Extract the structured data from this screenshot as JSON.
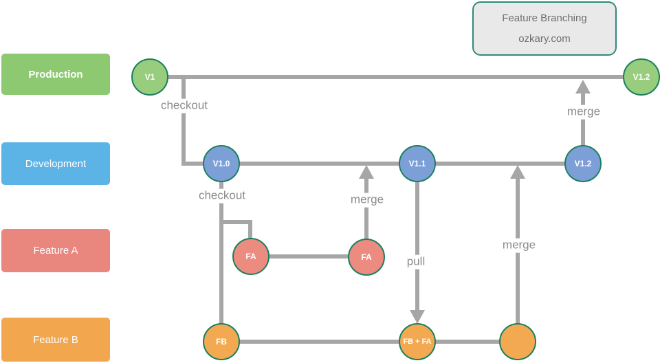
{
  "title_box": {
    "title": "Feature Branching",
    "subtitle": "ozkary.com"
  },
  "lanes": {
    "production": {
      "label": "Production",
      "color": "#8CC971"
    },
    "development": {
      "label": "Development",
      "color": "#5CB3E6"
    },
    "feature_a": {
      "label": "Feature A",
      "color": "#E9867D"
    },
    "feature_b": {
      "label": "Feature B",
      "color": "#F2A64E"
    }
  },
  "nodes": {
    "prod_v1": {
      "label": "V1",
      "branch": "production"
    },
    "prod_v12": {
      "label": "V1.2",
      "branch": "production"
    },
    "dev_v10": {
      "label": "V1.0",
      "branch": "development"
    },
    "dev_v11": {
      "label": "V1.1",
      "branch": "development"
    },
    "dev_v12": {
      "label": "V1.2",
      "branch": "development"
    },
    "fa_first": {
      "label": "FA",
      "branch": "feature_a"
    },
    "fa_last": {
      "label": "FA",
      "branch": "feature_a"
    },
    "fb_first": {
      "label": "FB",
      "branch": "feature_b"
    },
    "fb_merge": {
      "label": "FB + FA",
      "branch": "feature_b"
    },
    "fb_last": {
      "label": "",
      "branch": "feature_b"
    }
  },
  "edges": {
    "checkout_prod_to_dev": "checkout",
    "checkout_dev_to_features": "checkout",
    "merge_fa_to_dev": "merge",
    "merge_dev_to_prod": "merge",
    "merge_fb_to_dev": "merge",
    "pull_dev_to_fb": "pull"
  },
  "colors": {
    "node_border": "#1A7F5E",
    "connector": "#A6A6A6",
    "edge_label_text": "#8C8C8C",
    "node_green": "#97CD7D",
    "node_blue": "#7D9FD8",
    "node_salmon": "#EC8B80",
    "node_orange": "#F2A952",
    "title_bg": "#E9E9E9",
    "title_border": "#2E8B7A"
  }
}
